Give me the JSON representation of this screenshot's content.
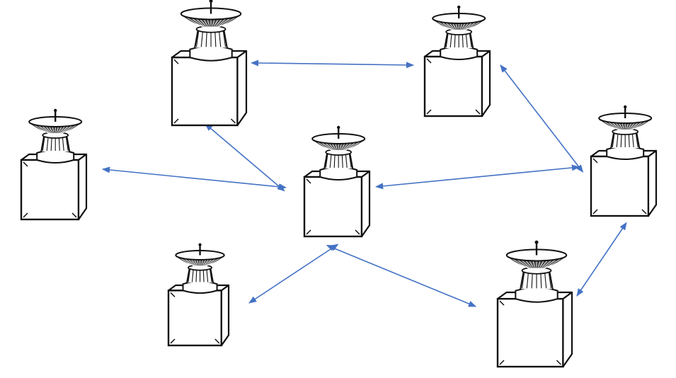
{
  "diagram": {
    "nodes": [
      {
        "id": "top-left",
        "icon": "satellite-dish-cube-icon"
      },
      {
        "id": "top-right",
        "icon": "satellite-dish-cube-icon"
      },
      {
        "id": "left",
        "icon": "satellite-dish-cube-icon"
      },
      {
        "id": "center",
        "icon": "satellite-dish-cube-icon"
      },
      {
        "id": "right",
        "icon": "satellite-dish-cube-icon"
      },
      {
        "id": "bottom-left",
        "icon": "satellite-dish-cube-icon"
      },
      {
        "id": "bottom-right",
        "icon": "satellite-dish-cube-icon"
      }
    ],
    "links": [
      {
        "from": "top-left",
        "to": "top-right",
        "direction": "bidirectional"
      },
      {
        "from": "center",
        "to": "top-left",
        "direction": "bidirectional"
      },
      {
        "from": "center",
        "to": "left",
        "direction": "bidirectional"
      },
      {
        "from": "center",
        "to": "right",
        "direction": "bidirectional"
      },
      {
        "from": "right",
        "to": "top-right",
        "direction": "bidirectional"
      },
      {
        "from": "center",
        "to": "bottom-left",
        "direction": "bidirectional"
      },
      {
        "from": "center",
        "to": "bottom-right",
        "direction": "bidirectional"
      },
      {
        "from": "right",
        "to": "bottom-right",
        "direction": "bidirectional"
      }
    ],
    "colors": {
      "link": "#4472c4",
      "outline": "#111111",
      "fill": "#ffffff"
    }
  }
}
